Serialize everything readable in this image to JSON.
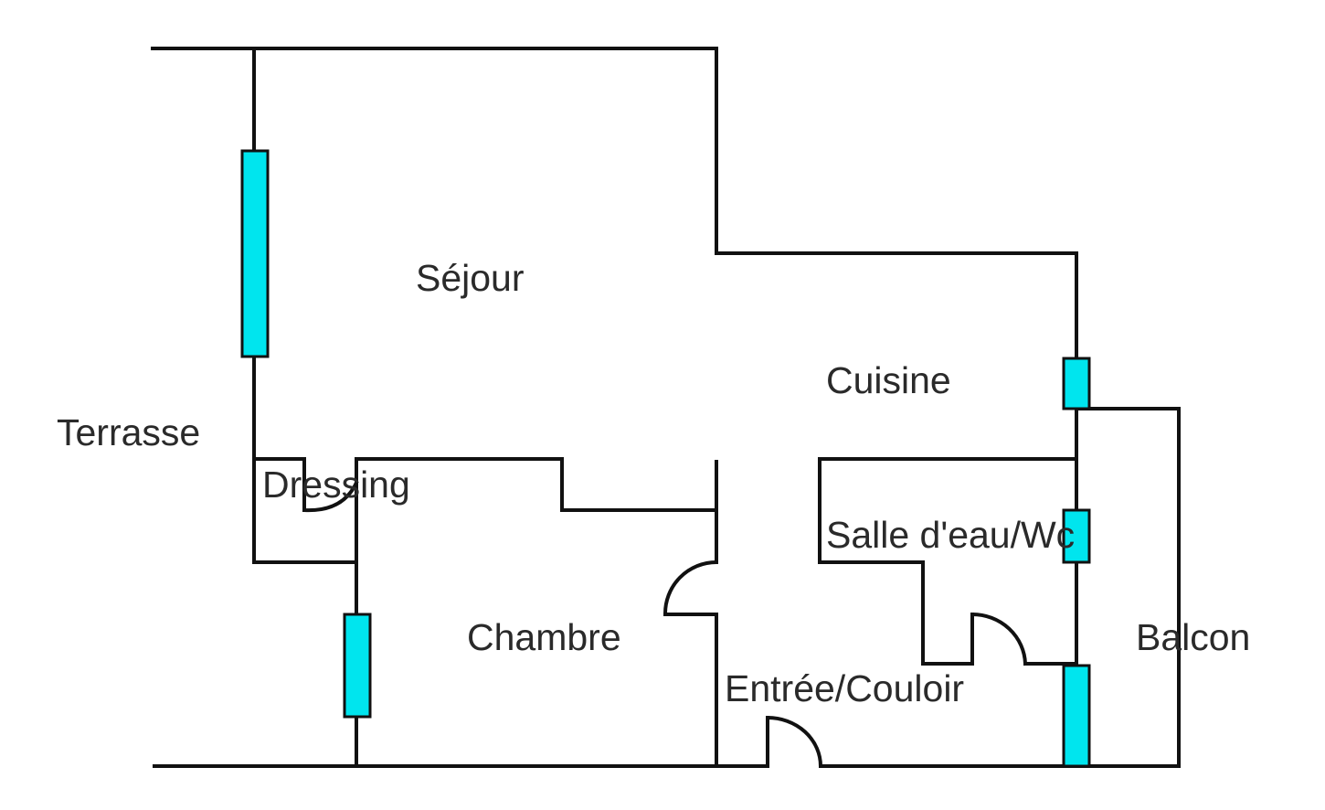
{
  "title": "Plan d'appartement",
  "colors": {
    "wall": "#111111",
    "window": "#00e5ee",
    "text": "#2a2a2a",
    "background": "#ffffff"
  },
  "rooms": {
    "sejour": "Séjour",
    "cuisine": "Cuisine",
    "terrasse": "Terrasse",
    "dressing": "Dressing",
    "chambre": "Chambre",
    "salle_eau": "Salle d'eau/Wc",
    "entree": "Entrée/Couloir",
    "balcon": "Balcon"
  }
}
